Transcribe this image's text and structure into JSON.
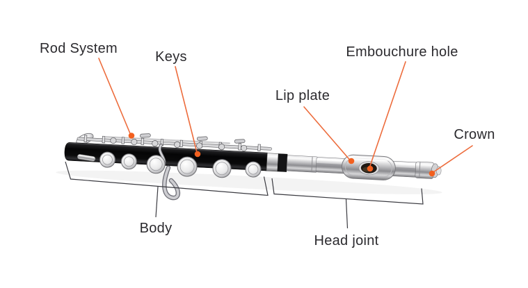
{
  "figure": {
    "type": "labeled-diagram",
    "subject": "Piccolo parts"
  },
  "labels": {
    "rod_system": "Rod System",
    "keys": "Keys",
    "lip_plate": "Lip plate",
    "embouchure_hole": "Embouchure hole",
    "crown": "Crown",
    "body": "Body",
    "head_joint": "Head joint"
  },
  "colors": {
    "background": "#FFFFFF",
    "label_text": "#2B2A2E",
    "leader_line": "#ED6C3C",
    "anchor_dot": "#F2601F",
    "bracket": "#3A3A40",
    "instrument_body": "#0E0E10",
    "instrument_metal": "#C9C9C9"
  }
}
